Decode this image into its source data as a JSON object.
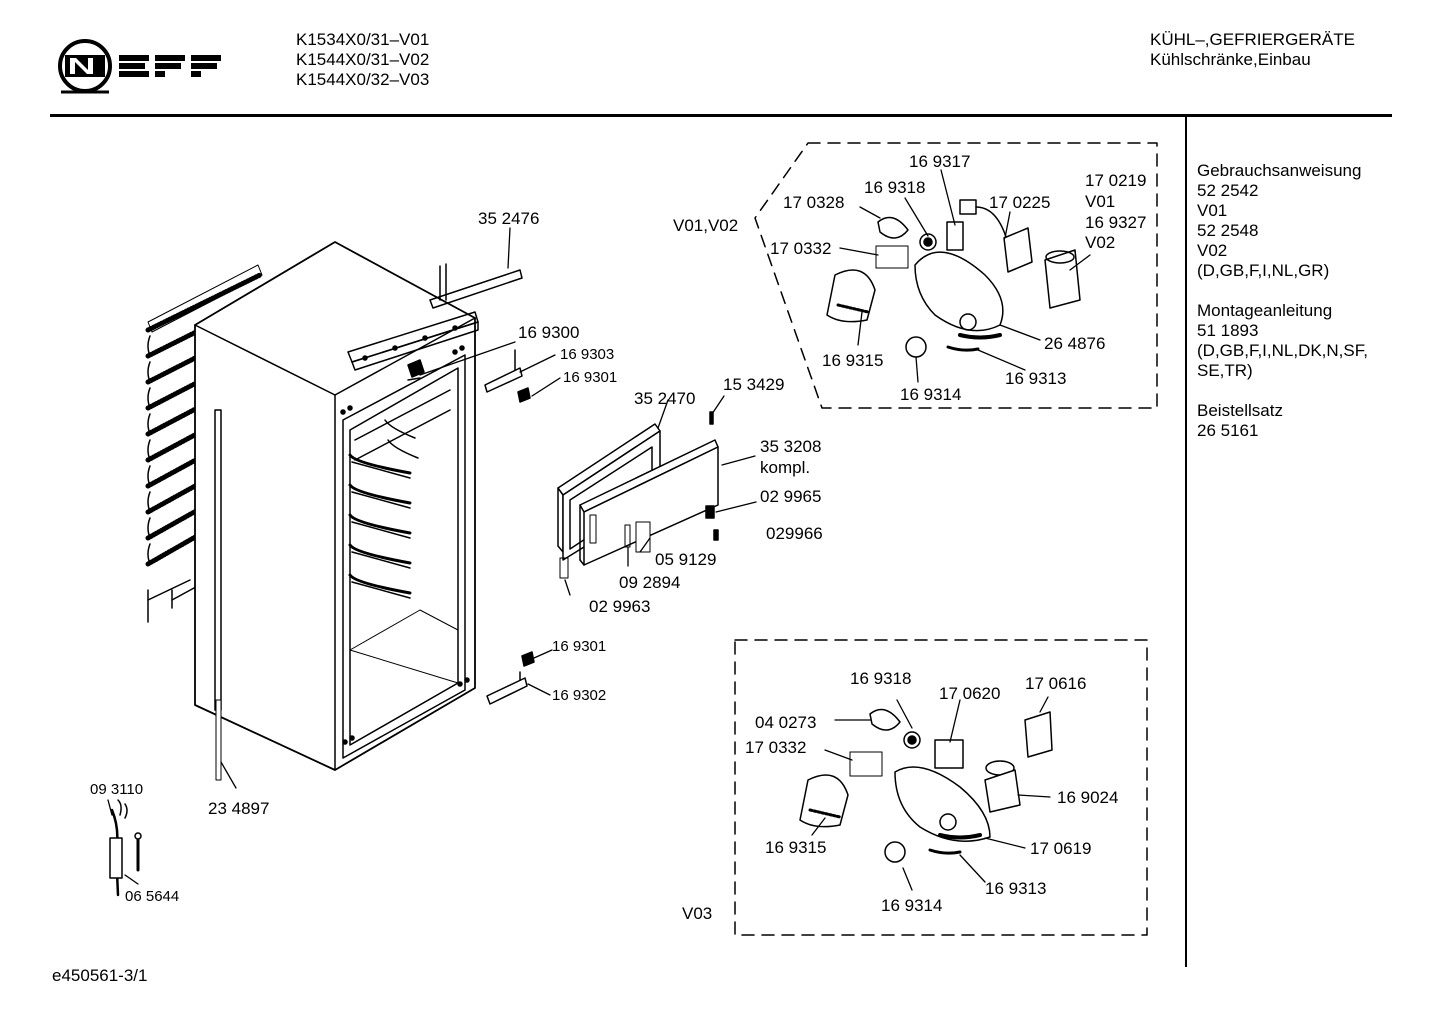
{
  "brand": {
    "name": "NEFF"
  },
  "header": {
    "models": [
      "K1534X0/31–V01",
      "K1544X0/31–V02",
      "K1544X0/32–V03"
    ],
    "category_line1": "KÜHL–,GEFRIERGERÄTE",
    "category_line2": "Kühlschränke,Einbau"
  },
  "sidebar": {
    "gebrauch": {
      "title": "Gebrauchsanweisung",
      "lines": [
        "52 2542",
        "V01",
        "52 2548",
        "V02",
        "(D,GB,F,I,NL,GR)"
      ]
    },
    "montage": {
      "title": "Montageanleitung",
      "lines": [
        "51 1893",
        "(D,GB,F,I,NL,DK,N,SF,",
        "SE,TR)"
      ]
    },
    "beistell": {
      "title": "Beistellsatz",
      "lines": [
        "26 5161"
      ]
    }
  },
  "footer": {
    "code": "e450561-3/1"
  },
  "labels": {
    "p352476": "35 2476",
    "p169300": "16 9300",
    "p169303": "16 9303",
    "p169301a": "16 9301",
    "p153429": "15 3429",
    "p352470": "35 2470",
    "p353208": "35 3208",
    "kompl": "kompl.",
    "p029965": "02 9965",
    "p029966": "029966",
    "p059129": "05 9129",
    "p092894": "09 2894",
    "p029963": "02 9963",
    "p169301b": "16 9301",
    "p169302": "16 9302",
    "p234897": "23 4897",
    "p093110": "09 3110",
    "p065644": "06 5644",
    "box1_tag": "V01,V02",
    "b1_169317": "16 9317",
    "b1_170328": "17 0328",
    "b1_169318": "16 9318",
    "b1_170225": "17 0225",
    "b1_170219": "17 0219",
    "b1_v01": "V01",
    "b1_169327": "16 9327",
    "b1_v02": "V02",
    "b1_170332": "17 0332",
    "b1_264876": "26 4876",
    "b1_169315": "16 9315",
    "b1_169313": "16 9313",
    "b1_169314": "16 9314",
    "box2_tag": "V03",
    "b2_169318": "16 9318",
    "b2_170620": "17 0620",
    "b2_170616": "17 0616",
    "b2_040273": "04 0273",
    "b2_170332": "17 0332",
    "b2_169024": "16 9024",
    "b2_169315": "16 9315",
    "b2_170619": "17 0619",
    "b2_169313": "16 9313",
    "b2_169314": "16 9314"
  }
}
